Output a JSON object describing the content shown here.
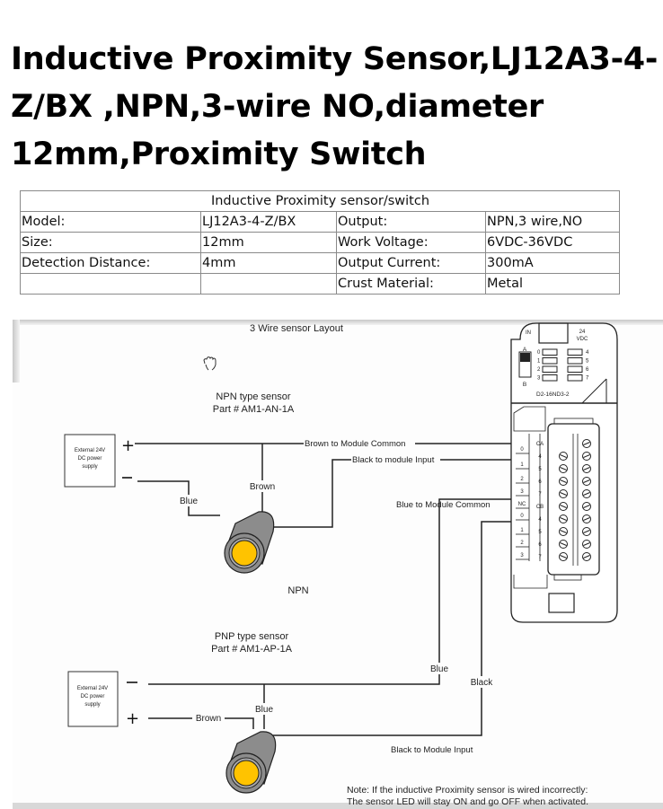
{
  "title": "Inductive Proximity Sensor,LJ12A3-4-Z/BX ,NPN,3-wire NO,diameter 12mm,Proximity Switch",
  "spec_table": {
    "header": "Inductive Proximity sensor/switch",
    "rows": [
      [
        "Model:",
        "LJ12A3-4-Z/BX",
        "Output:",
        "NPN,3 wire,NO"
      ],
      [
        "Size:",
        "12mm",
        "Work Voltage:",
        "6VDC-36VDC"
      ],
      [
        "Detection Distance:",
        "4mm",
        "Output Current:",
        "300mA"
      ],
      [
        "",
        "",
        "Crust Material:",
        "Metal"
      ]
    ]
  },
  "diagram": {
    "title": "3 Wire sensor Layout",
    "cursor_icon": "hand-cursor-icon",
    "npn": {
      "heading": "NPN type sensor",
      "part": "Part # AM1-AN-1A",
      "label": "NPN",
      "power_supply": [
        "External 24V",
        "DC power",
        "supply"
      ],
      "plus": "+",
      "minus": "—",
      "wire_brown": "Brown",
      "wire_blue": "Blue",
      "brown_to_common": "Brown to Module Common",
      "black_to_input": "Black to module Input",
      "sensor_face_color": "#FFC300",
      "sensor_body_color": "#8C8C8C"
    },
    "pnp": {
      "heading": "PNP type sensor",
      "part": "Part # AM1-AP-1A",
      "power_supply": [
        "External 24V",
        "DC power",
        "supply"
      ],
      "plus": "+",
      "minus": "—",
      "wire_brown": "Brown",
      "wire_blue": "Blue",
      "wire_black": "Black",
      "wire_blue2": "Blue",
      "blue_to_common": "Blue to Module Common",
      "black_to_input": "Black to Module Input"
    },
    "module": {
      "in_label": "IN",
      "vdc_label": [
        "24",
        "VDC"
      ],
      "switch_a": "A",
      "switch_b": "B",
      "led_left": [
        "0",
        "1",
        "2",
        "3"
      ],
      "led_right": [
        "4",
        "5",
        "6",
        "7"
      ],
      "model": "D2-16ND3-2",
      "terminal_left": [
        "0",
        "1",
        "2",
        "3",
        "NC",
        "0",
        "1",
        "2",
        "3"
      ],
      "terminal_right": [
        "CA",
        "4",
        "5",
        "6",
        "7",
        "CB",
        "4",
        "5",
        "6",
        "7"
      ]
    },
    "note": [
      "Note: If the inductive Proximity sensor is wired incorrectly:",
      "The sensor LED will stay ON and go OFF when activated."
    ]
  }
}
